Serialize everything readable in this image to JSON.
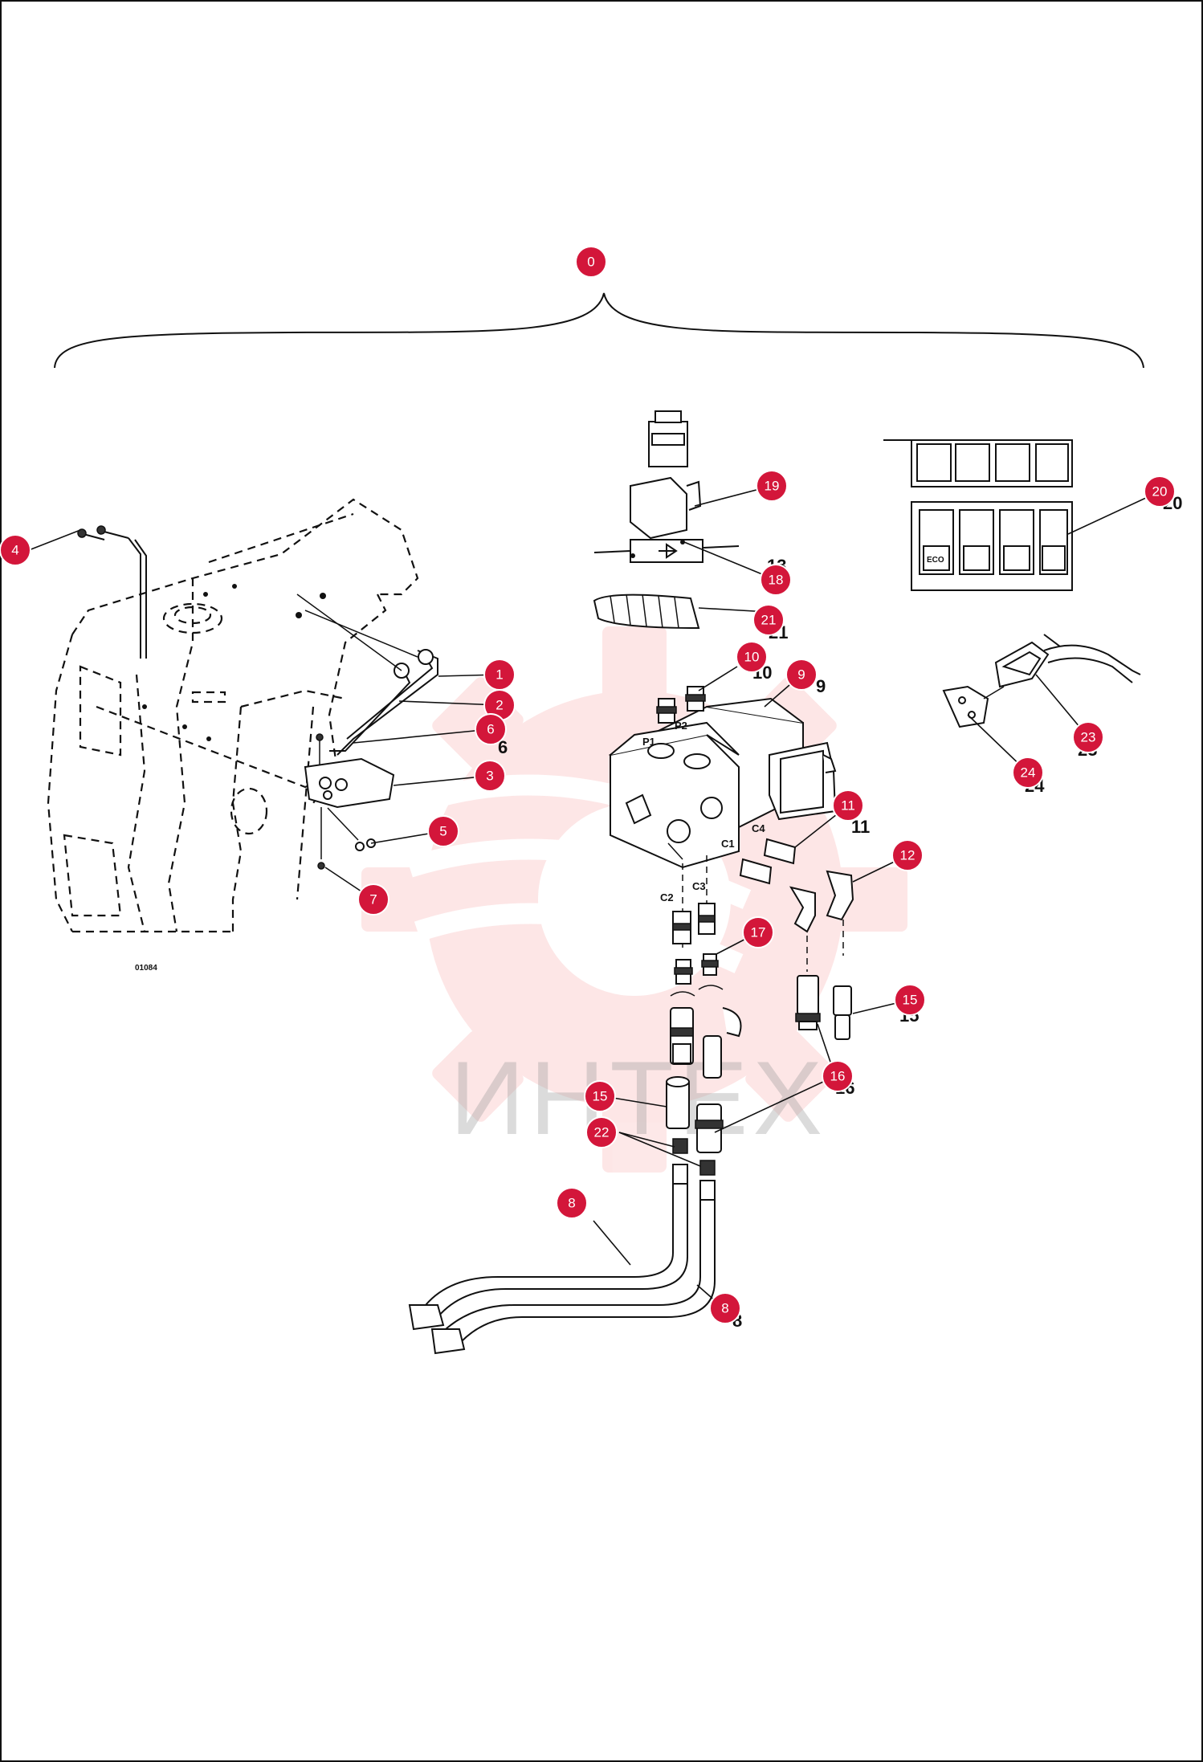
{
  "figure": {
    "drawing_code": "01084",
    "watermark": "ИНТЕХ"
  },
  "port_labels": [
    "P1",
    "P2",
    "C1",
    "C2",
    "C3",
    "C4"
  ],
  "panel_labels": [
    "ECO"
  ],
  "callouts": [
    {
      "number": "0"
    },
    {
      "number": "1"
    },
    {
      "number": "2"
    },
    {
      "number": "3"
    },
    {
      "number": "4"
    },
    {
      "number": "5"
    },
    {
      "number": "6"
    },
    {
      "number": "7"
    },
    {
      "number": "8"
    },
    {
      "number": "8"
    },
    {
      "number": "9"
    },
    {
      "number": "10"
    },
    {
      "number": "11"
    },
    {
      "number": "12"
    },
    {
      "number": "15"
    },
    {
      "number": "15"
    },
    {
      "number": "16"
    },
    {
      "number": "17"
    },
    {
      "number": "18"
    },
    {
      "number": "19"
    },
    {
      "number": "20"
    },
    {
      "number": "21"
    },
    {
      "number": "22"
    },
    {
      "number": "23"
    },
    {
      "number": "24"
    }
  ],
  "part_numbers": [
    "9",
    "10",
    "11",
    "6",
    "20",
    "13",
    "21",
    "16",
    "15",
    "8",
    "24",
    "23"
  ],
  "colors": {
    "callout_fill": "#d3163a",
    "callout_text": "#ffffff",
    "line_art": "#111111",
    "watermark_gear": "#f24a4a",
    "watermark_text": "#9a9a9a"
  }
}
